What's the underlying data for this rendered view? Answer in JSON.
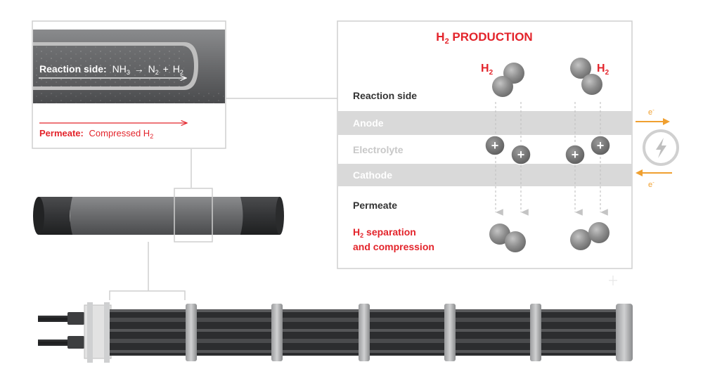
{
  "colors": {
    "red": "#e3242b",
    "dark": "#333333",
    "gray_band": "#d9d9d9",
    "band_text": "#ffffff",
    "electrolyte_text": "#c8c8c8",
    "orange": "#f0a030",
    "tube": "#6f7072",
    "tube_dark": "#38393b",
    "frame": "#cfcfcf"
  },
  "zoom_box": {
    "reaction_label": "Reaction side:",
    "eq_nh": "NH",
    "eq_nh_sub": "3",
    "eq_arrow": "→",
    "eq_n": "N",
    "eq_n_sub": "2",
    "eq_plus": "+",
    "eq_h": "H",
    "eq_h_sub": "2",
    "permeate_label": "Permeate:",
    "permeate_text": "Compressed H",
    "permeate_sub": "2"
  },
  "panel": {
    "title_h": "H",
    "title_sub": "2",
    "title_rest": " PRODUCTION",
    "molecule_label": "H",
    "molecule_sub": "2",
    "rows": {
      "reaction_side": "Reaction side",
      "anode": "Anode",
      "electrolyte": "Electrolyte",
      "cathode": "Cathode",
      "permeate": "Permeate"
    },
    "separation_h": "H",
    "separation_sub": "2",
    "separation_line1": " separation",
    "separation_line2": "and compression",
    "electron": "e",
    "electron_sup": "-",
    "proton_symbol": "+",
    "bolt_icon": "lightning-bolt-icon"
  }
}
